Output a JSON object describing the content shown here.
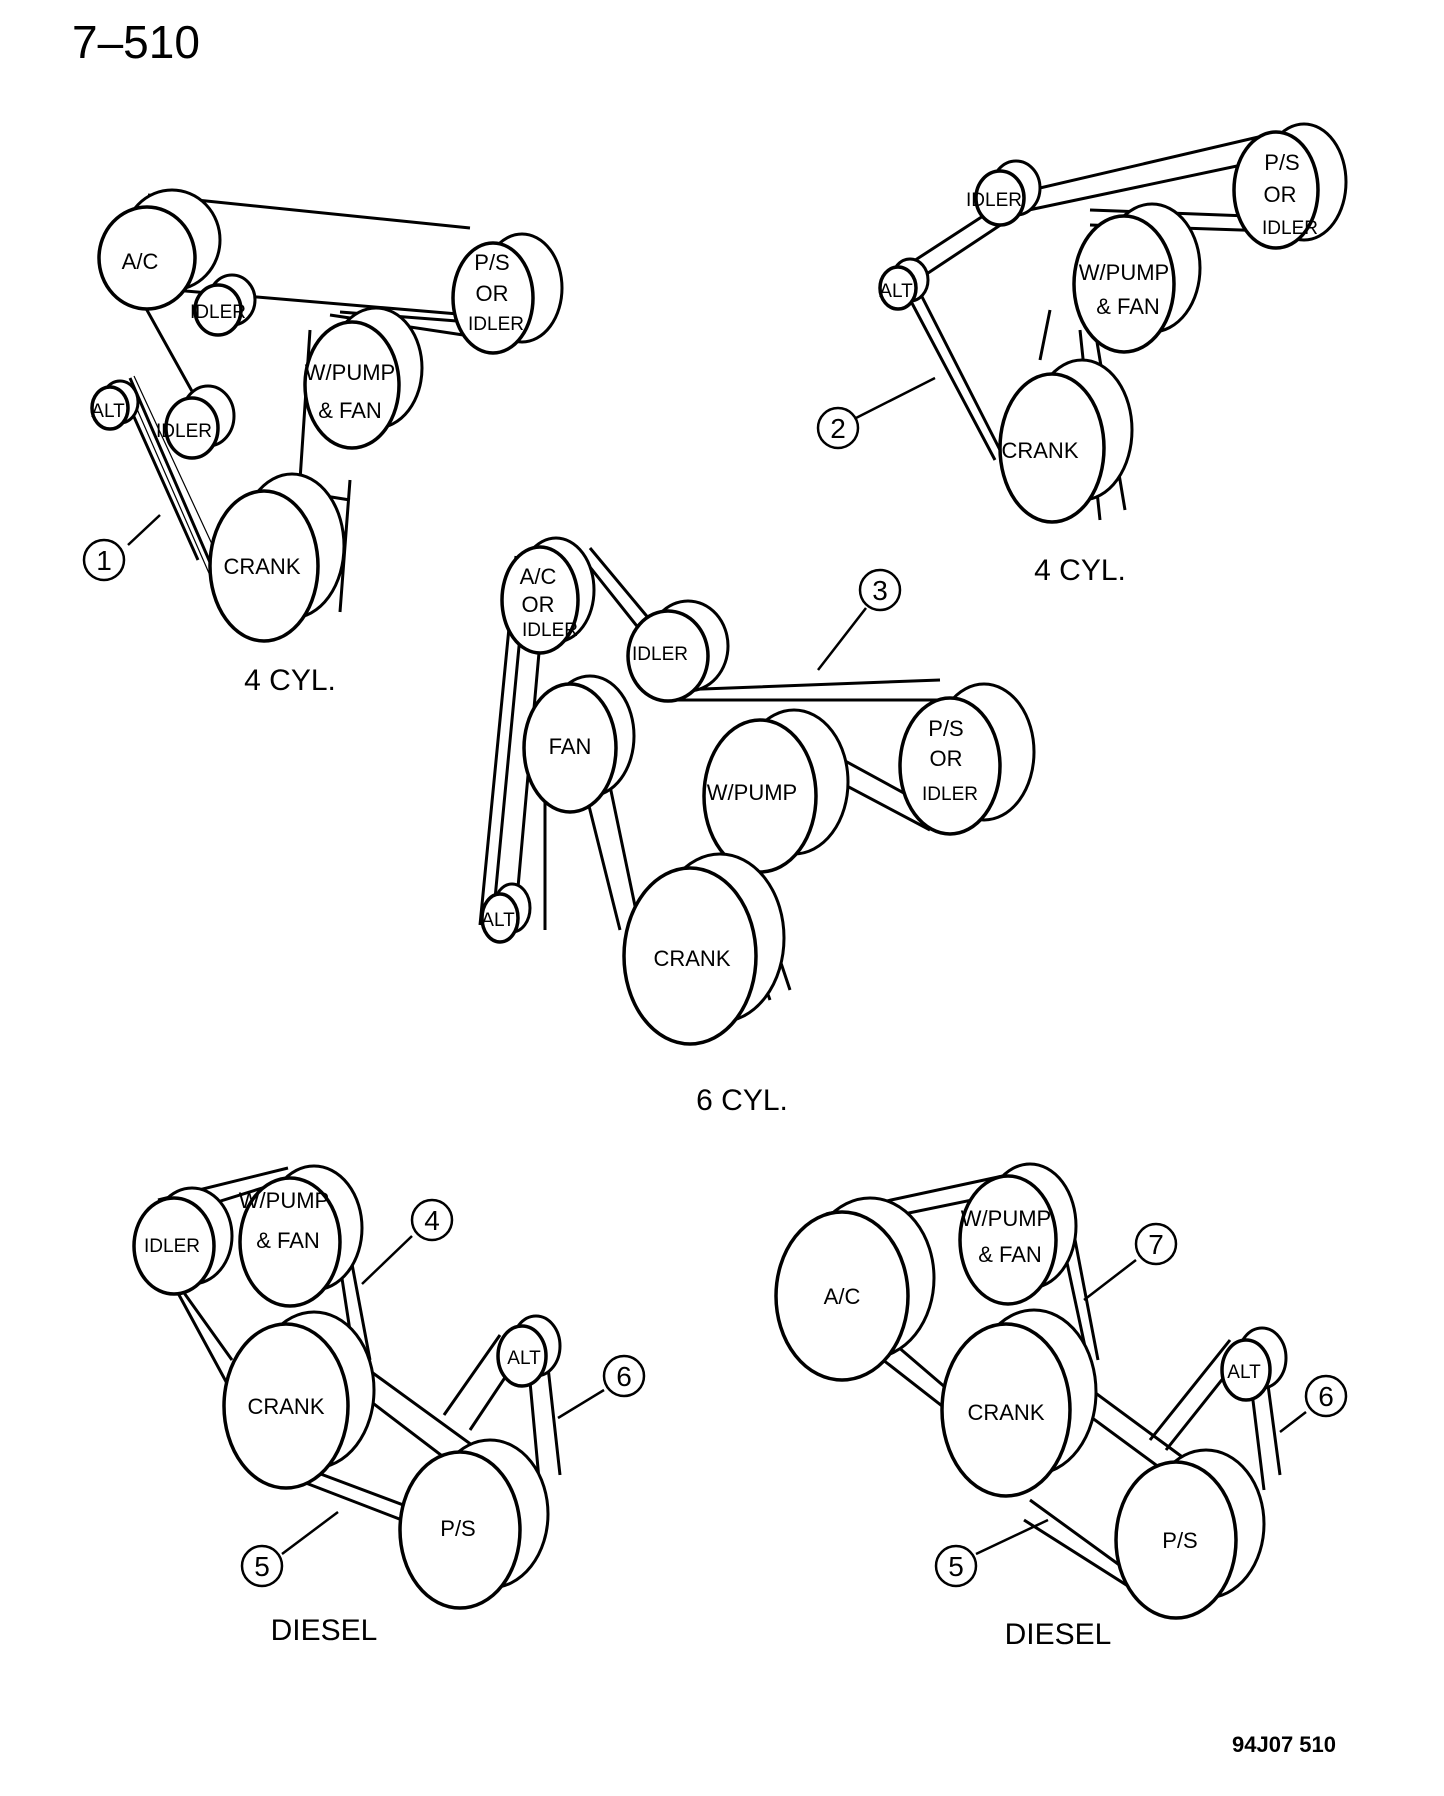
{
  "page_number": "7–510",
  "figure_ref": "94J07 510",
  "labels": {
    "ac": "A/C",
    "idler": "IDLER",
    "ps": "P/S",
    "or": "OR",
    "alt": "ALT",
    "wpump": "W/PUMP",
    "and_fan": "& FAN",
    "crank": "CRANK",
    "fan": "FAN"
  },
  "captions": {
    "d1": "4 CYL.",
    "d2": "4 CYL.",
    "d3": "6 CYL.",
    "d4": "DIESEL",
    "d5": "DIESEL"
  },
  "callouts": [
    "1",
    "2",
    "3",
    "4",
    "5",
    "6",
    "7"
  ]
}
